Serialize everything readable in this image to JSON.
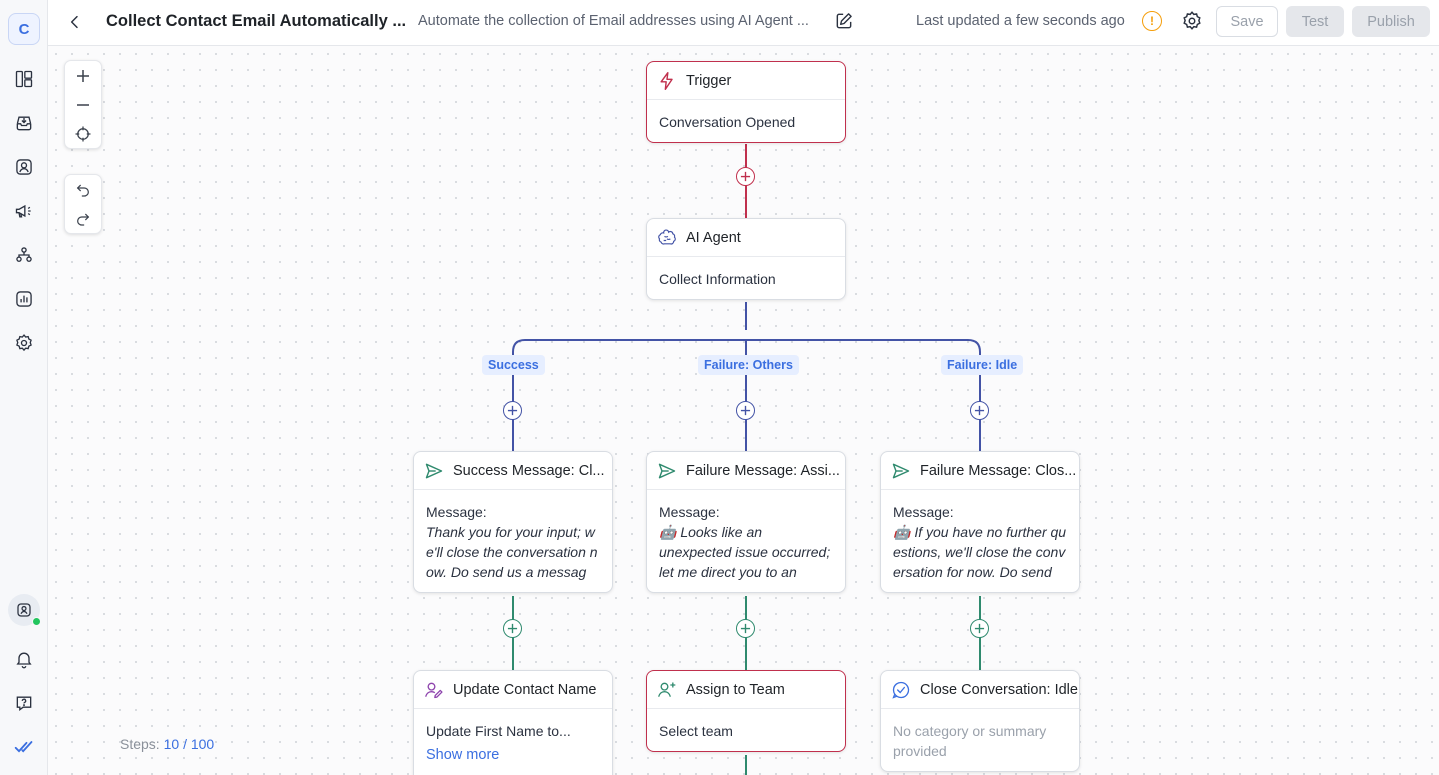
{
  "app": {
    "logo_letter": "C"
  },
  "nav": {
    "items": [
      {
        "name": "dashboard",
        "icon": "layout-icon"
      },
      {
        "name": "inbox",
        "icon": "inbox-icon"
      },
      {
        "name": "contacts",
        "icon": "contact-icon"
      },
      {
        "name": "campaigns",
        "icon": "megaphone-icon"
      },
      {
        "name": "workflows",
        "icon": "workflow-icon"
      },
      {
        "name": "reports",
        "icon": "reports-icon"
      },
      {
        "name": "settings",
        "icon": "gear-icon"
      }
    ],
    "bottom": [
      {
        "name": "user-presence",
        "icon": "user-icon"
      },
      {
        "name": "notifications",
        "icon": "bell-icon"
      },
      {
        "name": "help",
        "icon": "help-icon"
      },
      {
        "name": "brand",
        "icon": "double-check-icon"
      }
    ],
    "presence_color": "#22c55e"
  },
  "header": {
    "title": "Collect Contact Email Automatically ...",
    "description": "Automate the collection of Email addresses using AI Agent ...",
    "last_updated": "Last updated a few seconds ago",
    "warning_glyph": "!",
    "save_label": "Save",
    "test_label": "Test",
    "publish_label": "Publish"
  },
  "canvas": {
    "steps_label": "Steps:",
    "steps_used": "10",
    "steps_sep": "/",
    "steps_max": "100"
  },
  "nodes": {
    "trigger": {
      "title": "Trigger",
      "body": "Conversation Opened",
      "icon": "lightning-icon"
    },
    "ai_agent": {
      "title": "AI Agent",
      "body": "Collect Information",
      "icon": "brain-icon"
    },
    "success_msg": {
      "title": "Success Message: Cl...",
      "label": "Message:",
      "text": "Thank you for your input; we'll close the conversation now. Do send us a message...",
      "icon": "send-icon"
    },
    "failure_assign_msg": {
      "title": "Failure Message: Assi...",
      "label": "Message:",
      "text": "🤖 Looks like an unexpected issue occurred; let me direct you to an agent with exper...",
      "icon": "send-icon"
    },
    "failure_close_msg": {
      "title": "Failure Message: Clos...",
      "label": "Message:",
      "text": "🤖 If you have no further questions, we'll close the conversation for now. Do send u...",
      "icon": "send-icon"
    },
    "update_contact": {
      "title": "Update Contact Name",
      "body": "Update First Name to...",
      "link": "Show more",
      "icon": "user-edit-icon"
    },
    "assign_team": {
      "title": "Assign to Team",
      "body": "Select team",
      "icon": "user-plus-icon"
    },
    "close_conv": {
      "title": "Close Conversation: Idle",
      "body": "No category or summary provided",
      "icon": "check-chat-icon"
    }
  },
  "branches": {
    "success": "Success",
    "failure_others": "Failure: Others",
    "failure_idle": "Failure: Idle"
  },
  "colors": {
    "trigger_line": "#c0304d",
    "agent_line": "#4353a6",
    "message_line": "#2f8a6e",
    "accent": "#3b6fe0",
    "warning": "#f59e0b"
  }
}
